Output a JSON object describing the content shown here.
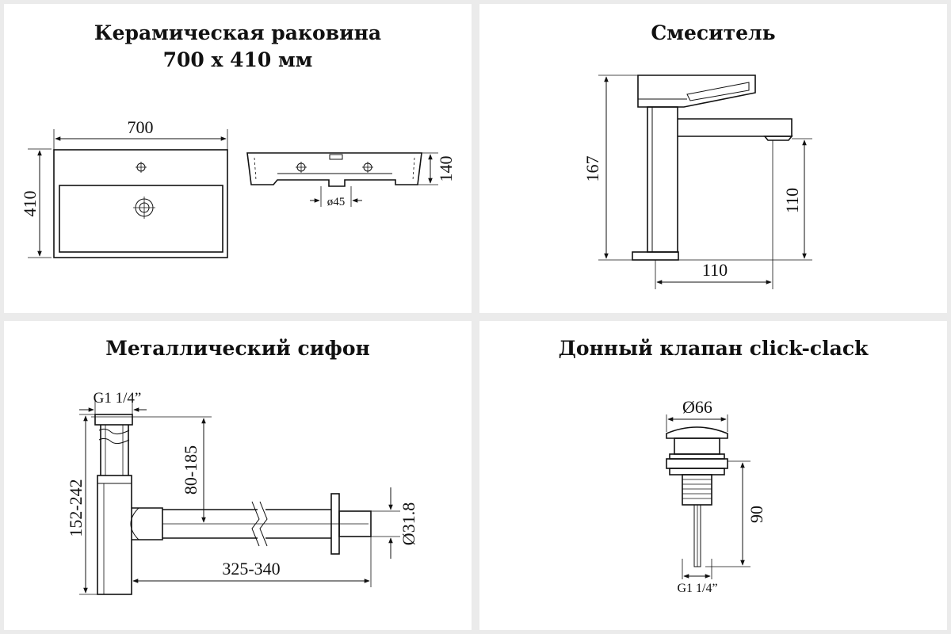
{
  "colors": {
    "background": "#ebebeb",
    "panel": "#ffffff",
    "ink": "#111111"
  },
  "panels": [
    {
      "title_line1": "Керамическая раковина",
      "title_line2": "700 х 410 мм",
      "dims": {
        "width": "700",
        "depth": "410",
        "height": "140",
        "drain": "ø45"
      }
    },
    {
      "title": "Смеситель",
      "dims": {
        "height": "167",
        "spout_height": "110",
        "spout_reach": "110"
      }
    },
    {
      "title": "Металлический сифон",
      "dims": {
        "thread": "G1 1/4”",
        "height": "152-242",
        "outlet_height": "80-185",
        "length": "325-340",
        "pipe_diameter": "Ø31.8"
      }
    },
    {
      "title": "Донный клапан click-clack",
      "dims": {
        "diameter": "Ø66",
        "height": "90",
        "thread": "G1 1/4”"
      }
    }
  ]
}
